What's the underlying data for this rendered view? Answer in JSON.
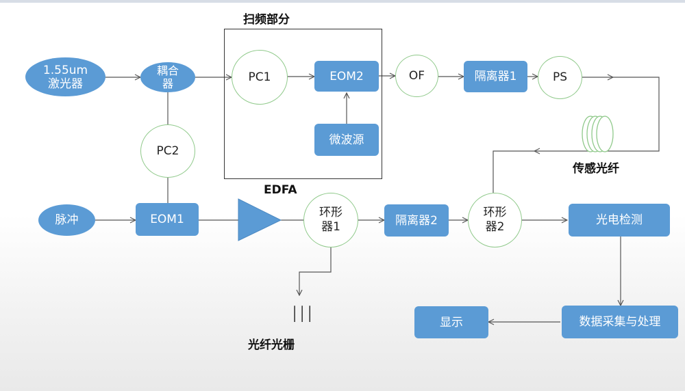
{
  "diagram": {
    "nodes": {
      "laser": "1.55um\n激光器",
      "coupler": "耦合\n器",
      "pc1": "PC1",
      "eom2": "EOM2",
      "of": "OF",
      "isolator1": "隔离器1",
      "ps": "PS",
      "microwave": "微波源",
      "pc2": "PC2",
      "pulse": "脉冲",
      "eom1": "EOM1",
      "circulator1": "环形\n器1",
      "isolator2": "隔离器2",
      "circulator2": "环形\n器2",
      "photodetect": "光电检测",
      "daq": "数据采集与处理",
      "display": "显示"
    },
    "labels": {
      "scan_section": "扫频部分",
      "edfa": "EDFA",
      "sensing_fiber": "传感光纤",
      "fbg": "光纤光栅",
      "fbg_symbol": "│││"
    },
    "colors": {
      "node_fill": "#5b9bd5",
      "circle_border": "#8fc98a",
      "line": "#555555"
    }
  }
}
